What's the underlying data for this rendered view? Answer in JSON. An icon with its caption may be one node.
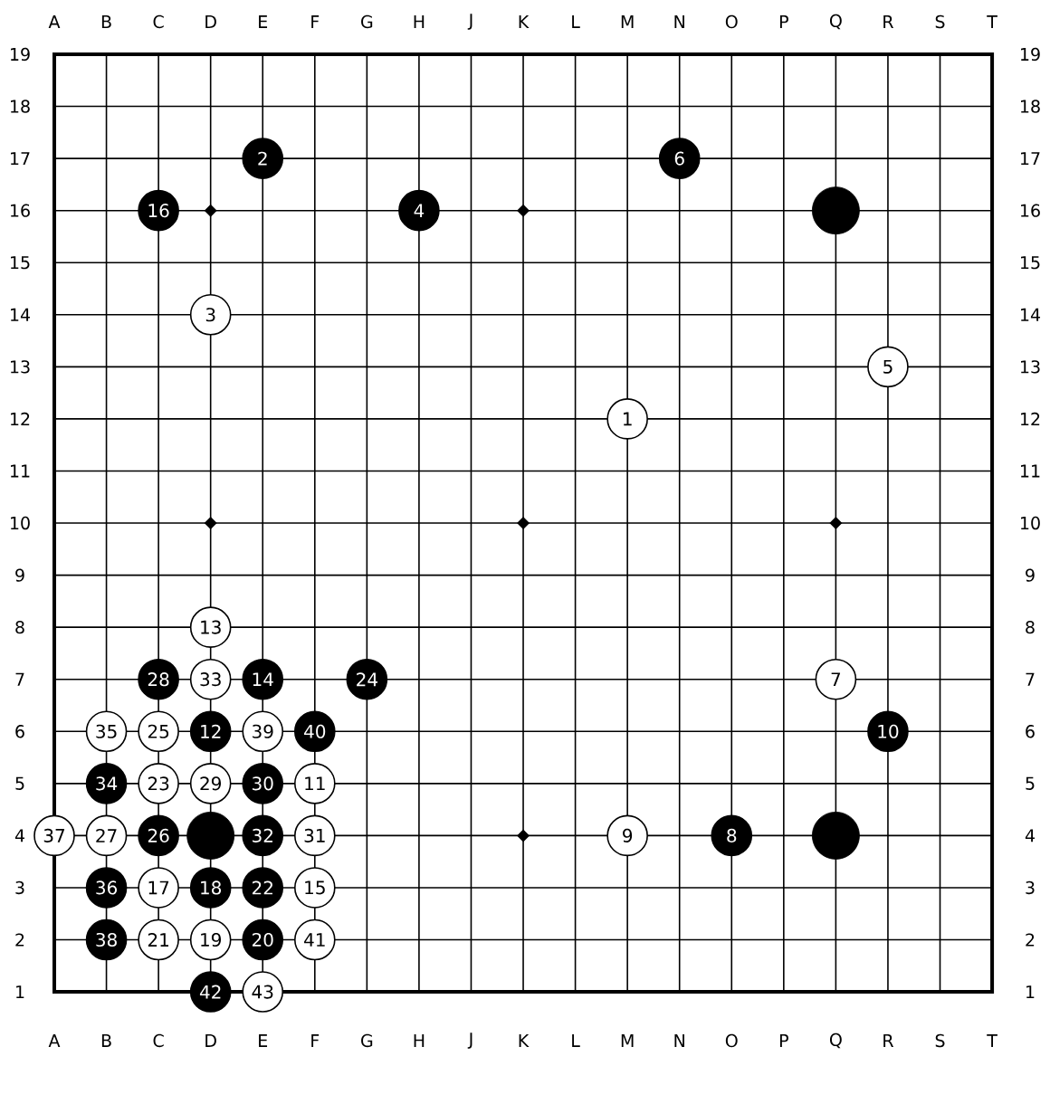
{
  "diagram": {
    "nodes": [
      {
        "text": [
          "1"
        ]
      },
      {
        "text": [
          "2"
        ]
      },
      {
        "text": [
          "3"
        ]
      },
      {
        "text": [
          "4"
        ]
      },
      {
        "text": [
          "5"
        ]
      },
      {
        "text": [
          "6"
        ]
      },
      {
        "text": [
          "7"
        ]
      },
      {
        "text": [
          "8"
        ]
      },
      {
        "text": [
          "9"
        ]
      },
      {
        "text": [
          "10"
        ]
      },
      {
        "text": [
          "11"
        ]
      },
      {
        "text": [
          "12"
        ]
      },
      {
        "text": [
          "13"
        ]
      },
      {
        "text": [
          "14"
        ]
      },
      {
        "text": [
          "15"
        ]
      },
      {
        "text": [
          "16"
        ]
      },
      {
        "text": [
          "17"
        ]
      },
      {
        "text": [
          "18"
        ]
      },
      {
        "text": [
          "19"
        ]
      },
      {
        "text": [
          "20"
        ]
      },
      {
        "text": [
          "21"
        ]
      },
      {
        "text": [
          "22"
        ]
      },
      {
        "text": [
          "23"
        ]
      },
      {
        "text": [
          "24"
        ]
      },
      {
        "text": [
          "25"
        ]
      },
      {
        "text": [
          "26"
        ]
      },
      {
        "text": [
          "27"
        ]
      },
      {
        "text": [
          "28"
        ]
      },
      {
        "text": [
          "29"
        ]
      },
      {
        "text": [
          "30"
        ]
      },
      {
        "text": [
          "31"
        ]
      },
      {
        "text": [
          "32"
        ]
      },
      {
        "text": [
          "33"
        ]
      },
      {
        "text": [
          "34"
        ]
      },
      {
        "text": [
          "35"
        ]
      },
      {
        "text": [
          "36"
        ]
      },
      {
        "text": [
          "37"
        ]
      },
      {
        "text": [
          "38"
        ]
      },
      {
        "text": [
          "39"
        ]
      },
      {
        "text": [
          "40"
        ]
      },
      {
        "text": [
          "41"
        ]
      },
      {
        "text": [
          "42"
        ]
      },
      {
        "text": [
          "43"
        ]
      },
      {
        "text": [],
        "shape": "circle"
      },
      {
        "text": [],
        "shape": "circle"
      },
      {
        "text": [],
        "shape": "circle"
      }
    ],
    "labels": [
      "A",
      "B",
      "C",
      "D",
      "E",
      "F",
      "G",
      "H",
      "J",
      "K",
      "L",
      "M",
      "N",
      "O",
      "P",
      "Q",
      "R",
      "S",
      "T",
      "19",
      "19",
      "18",
      "18",
      "17",
      "17",
      "16",
      "16",
      "15",
      "15",
      "14",
      "14",
      "13",
      "13",
      "12",
      "12",
      "11",
      "11",
      "10",
      "10",
      "9",
      "9",
      "8",
      "8",
      "7",
      "7",
      "6",
      "6",
      "5",
      "5",
      "4",
      "4",
      "3",
      "3",
      "2",
      "2",
      "1",
      "1",
      "A",
      "B",
      "C",
      "D",
      "E",
      "F",
      "G",
      "H",
      "J",
      "K",
      "L",
      "M",
      "N",
      "O",
      "P",
      "Q",
      "R",
      "S",
      "T"
    ]
  }
}
